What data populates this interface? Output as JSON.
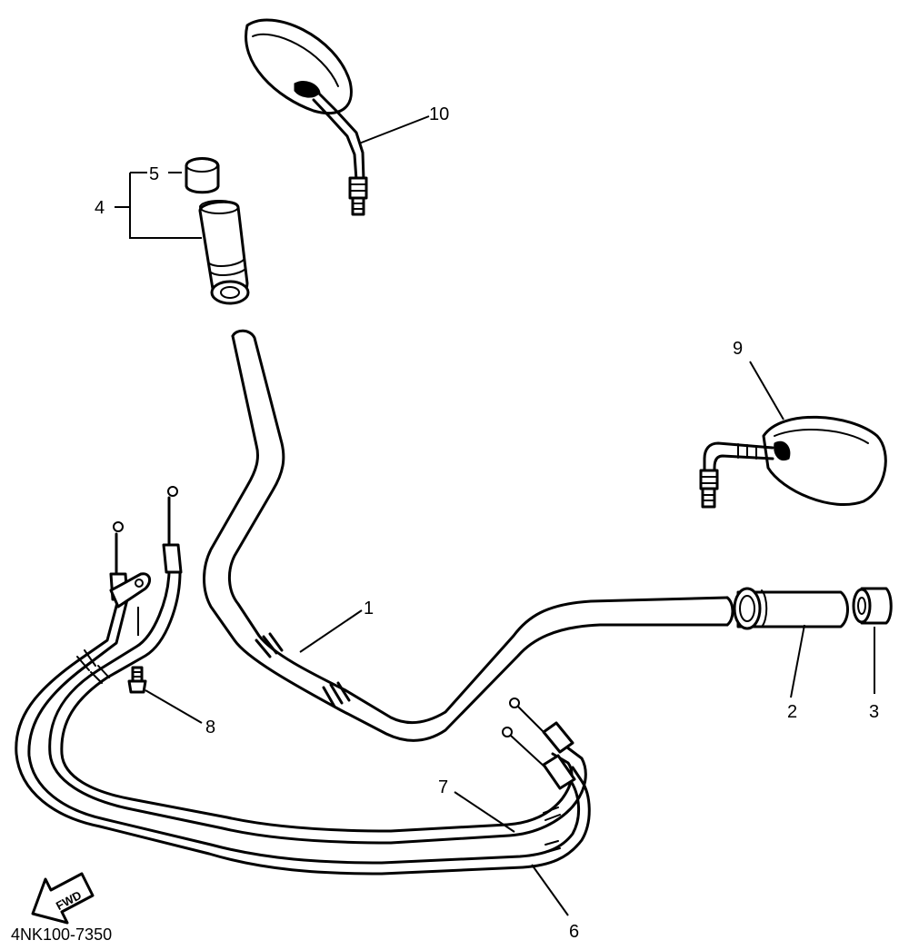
{
  "diagram": {
    "code": "4NK100-7350",
    "fwd_label": "FWD",
    "callouts": [
      {
        "id": "c1",
        "label": "1"
      },
      {
        "id": "c2",
        "label": "2"
      },
      {
        "id": "c3",
        "label": "3"
      },
      {
        "id": "c4",
        "label": "4"
      },
      {
        "id": "c5",
        "label": "5"
      },
      {
        "id": "c6",
        "label": "6"
      },
      {
        "id": "c7",
        "label": "7"
      },
      {
        "id": "c8",
        "label": "8"
      },
      {
        "id": "c9",
        "label": "9"
      },
      {
        "id": "c10",
        "label": "10"
      }
    ]
  }
}
